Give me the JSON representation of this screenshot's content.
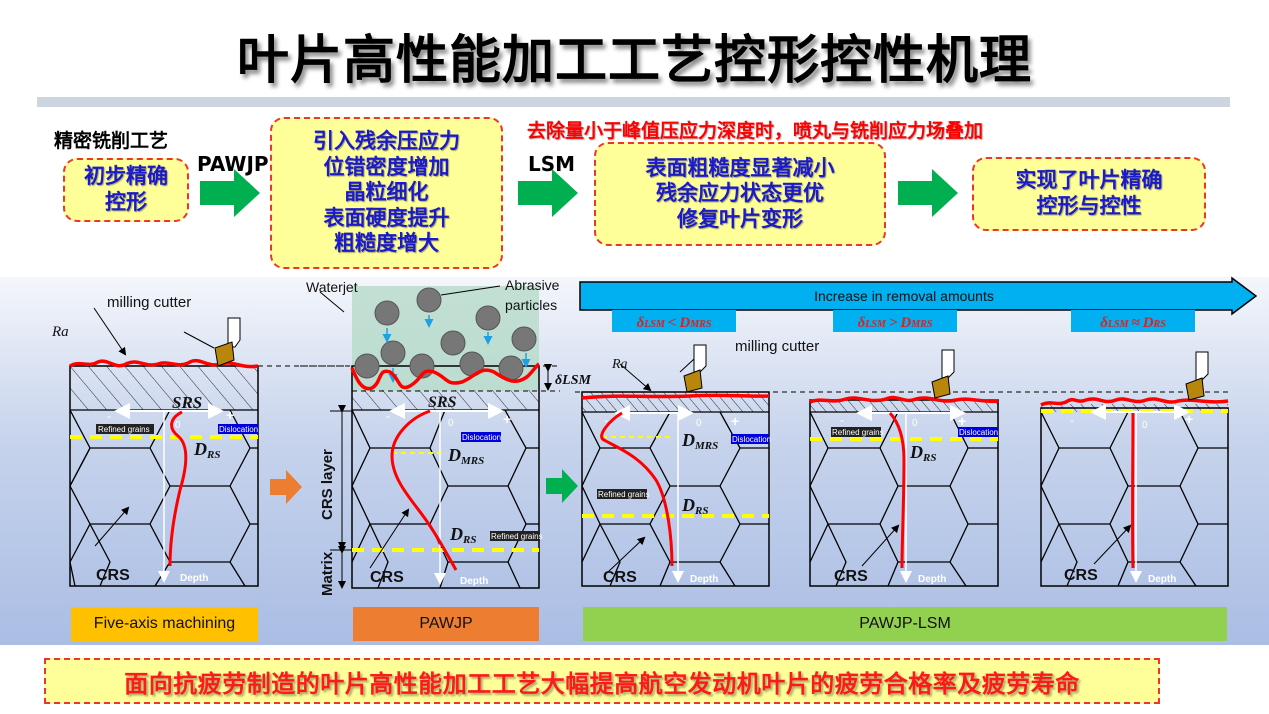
{
  "title": "叶片高性能加工工艺控形控性机理",
  "flow": {
    "start_label": "精密铣削工艺",
    "arrow1_label": "PAWJP",
    "arrow2_label": "LSM",
    "note": "去除量小于峰值压应力深度时，喷丸与铣削应力场叠加",
    "box1": [
      "初步精确",
      "控形"
    ],
    "box2": [
      "引入残余压应力",
      "位错密度增加",
      "晶粒细化",
      "表面硬度提升",
      "粗糙度增大"
    ],
    "box3": [
      "表面粗糙度显著减小",
      "残余应力状态更优",
      "修复叶片变形"
    ],
    "box4": [
      "实现了叶片精确",
      "控形与控性"
    ]
  },
  "diagram": {
    "milling_cutter": "milling cutter",
    "ra": "Ra",
    "waterjet": "Waterjet",
    "abrasive_particles_line1": "Abrasive",
    "abrasive_particles_line2": "particles",
    "delta_lsm": "δLSM",
    "srs": "SRS",
    "minus": "-",
    "plus": "+",
    "zero": "0",
    "refined_grains": "Refined grains",
    "dislocation": "Dislocation",
    "d_rs": "D",
    "d_rs_sub": "RS",
    "d_mrs": "D",
    "d_mrs_sub": "MRS",
    "crs": "CRS",
    "depth": "Depth",
    "crs_layer": "CRS layer",
    "matrix": "Matrix",
    "increase_arrow": "Increase in removal amounts",
    "conditions": [
      {
        "lhs": "δ",
        "lhs_sub": "LSM",
        "op": "<",
        "rhs": "D",
        "rhs_sub": "MRS"
      },
      {
        "lhs": "δ",
        "lhs_sub": "LSM",
        "op": ">",
        "rhs": "D",
        "rhs_sub": "MRS"
      },
      {
        "lhs": "δ",
        "lhs_sub": "LSM",
        "op": "≈",
        "rhs": "D",
        "rhs_sub": "RS"
      }
    ]
  },
  "stages": [
    {
      "label": "Five-axis machining",
      "color": "#ffc000"
    },
    {
      "label": "PAWJP",
      "color": "#ed7d31"
    },
    {
      "label": "PAWJP-LSM",
      "color": "#92d050"
    }
  ],
  "conclusion": "面向抗疲劳制造的叶片高性能加工工艺大幅提高航空发动机叶片的疲劳合格率及疲劳寿命",
  "colors": {
    "flow_arrow": "#00b050",
    "box_fill": "#ffff99",
    "box_text": "#1a1acc",
    "note_red": "#ff0000",
    "increase_arrow": "#00b0f0",
    "orange_arrow": "#ed7d31"
  }
}
